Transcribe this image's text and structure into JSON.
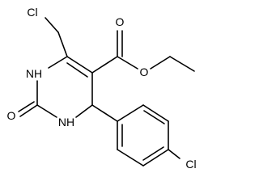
{
  "molecule": {
    "labels": {
      "cl_top": "Cl",
      "cl_bottom": "Cl",
      "nh_top": "NH",
      "nh_bottom": "NH",
      "o_carbonyl": "O",
      "o_ester_double": "O",
      "o_ester_single": "O"
    }
  }
}
